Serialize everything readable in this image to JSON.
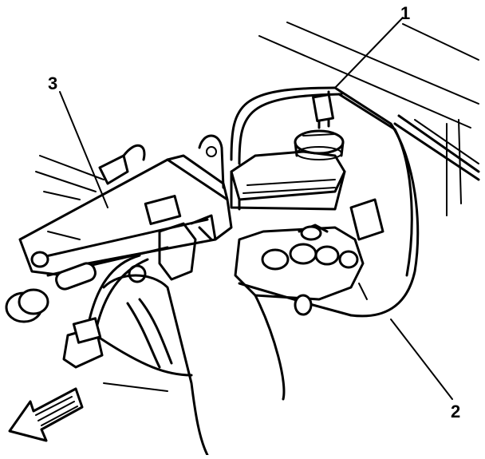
{
  "callouts": {
    "label_1": "1",
    "label_2": "2",
    "label_3": "3"
  },
  "icons": {
    "direction_arrow": "front-direction-arrow-icon"
  },
  "colors": {
    "ink": "#000000",
    "paper": "#ffffff"
  }
}
